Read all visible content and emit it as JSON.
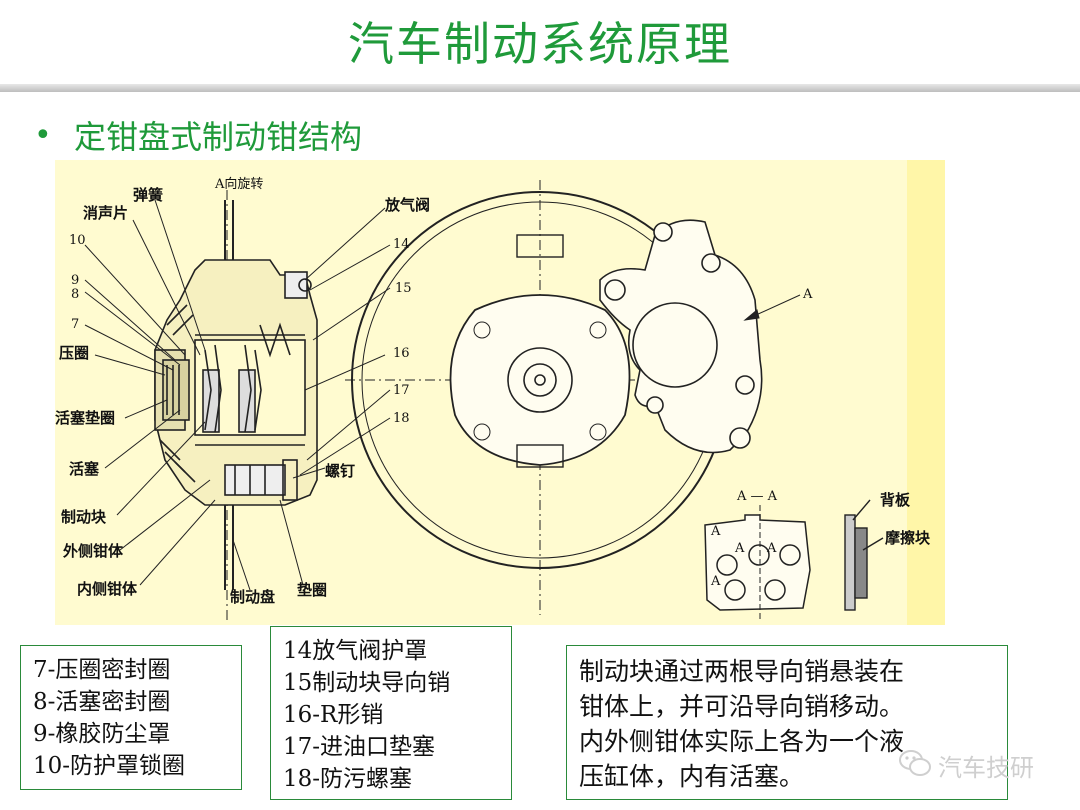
{
  "slide": {
    "title": "汽车制动系统原理",
    "subtitle": "定钳盘式制动钳结构"
  },
  "diagram": {
    "labels": {
      "spring": "弹簧",
      "silencer": "消声片",
      "rotation": "A向旋转",
      "bleeder": "放气阀",
      "n14": "14",
      "n15": "15",
      "n16": "16",
      "n17": "17",
      "n18": "18",
      "n10": "10",
      "n9": "9",
      "n8": "8",
      "n7": "7",
      "pressure_ring": "压圈",
      "piston_gasket": "活塞垫圈",
      "piston": "活塞",
      "brake_pad": "制动块",
      "outer_caliper": "外侧钳体",
      "inner_caliper": "内侧钳体",
      "brake_disc": "制动盘",
      "washer": "垫圈",
      "screw": "螺钉",
      "arrow_a": "A",
      "section_a": "A — A",
      "pad_a1": "A",
      "pad_a2": "A",
      "pad_a3": "A",
      "pad_a4": "A",
      "backing_plate": "背板",
      "friction_pad": "摩擦块"
    }
  },
  "legend_left": {
    "items": [
      "7-压圈密封圈",
      "8-活塞密封圈",
      "9-橡胶防尘罩",
      "10-防护罩锁圈"
    ]
  },
  "legend_middle": {
    "items": [
      "14放气阀护罩",
      "15制动块导向销",
      "16-R形销",
      "17-进油口垫塞",
      "18-防污螺塞"
    ]
  },
  "description": {
    "lines": [
      "制动块通过两根导向销悬装在",
      "钳体上，并可沿导向销移动。",
      "内外侧钳体实际上各为一个液",
      "压缸体，内有活塞。"
    ]
  },
  "watermark": {
    "text": "汽车技研",
    "icon": "wechat-icon"
  },
  "colors": {
    "title_green": "#1f9a3a",
    "diagram_bg": "#fffbd0",
    "border_green": "#2a8a3a"
  }
}
